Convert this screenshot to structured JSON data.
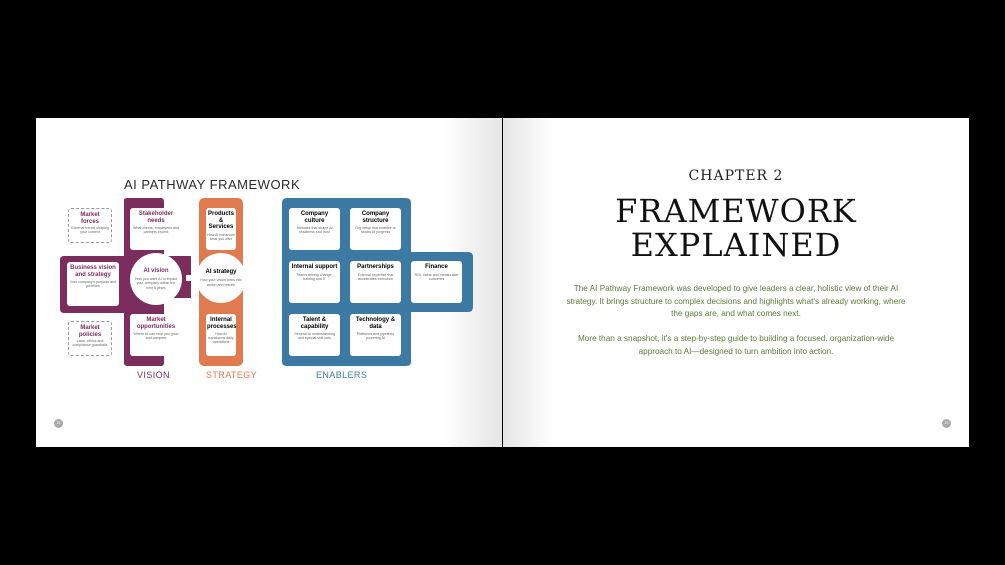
{
  "left_page": {
    "framework_title": "AI PATHWAY FRAMEWORK",
    "page_number": "22",
    "colors": {
      "vision": "#7b2d5e",
      "strategy": "#e07b4f",
      "enablers": "#3c79a3",
      "external_border": "#999999"
    },
    "external": [
      {
        "title": "Market forces",
        "subtitle": "External trends shaping your context"
      },
      {
        "title": "Market policies",
        "subtitle": "Laws, ethics and compliance guardrails"
      }
    ],
    "vision": {
      "label": "VISION",
      "stakeholder": {
        "title": "Stakeholder needs",
        "subtitle": "What clients, employees and partners expect"
      },
      "business": {
        "title": "Business vision and strategy",
        "subtitle": "Your company's purpose and priorities"
      },
      "ai_vision": {
        "title": "AI vision",
        "subtitle": "How you want AI to impact your company within the next 5 years"
      },
      "market_opps": {
        "title": "Market opportunities",
        "subtitle": "Where AI can help you grow and compete"
      }
    },
    "strategy": {
      "label": "STRATEGY",
      "products": {
        "title": "Products & Services",
        "subtitle": "How AI enhances what you offer"
      },
      "ai_strategy": {
        "title": "AI strategy",
        "subtitle": "How your vision turns into action and results"
      },
      "internal": {
        "title": "Internal processes",
        "subtitle": "How AI transforms daily operations"
      }
    },
    "enablers": {
      "label": "ENABLERS",
      "culture": {
        "title": "Company culture",
        "subtitle": "Attitudes that shape AI readiness and trust"
      },
      "structure": {
        "title": "Company structure",
        "subtitle": "Org setup that enables or blocks AI progress"
      },
      "support": {
        "title": "Internal support",
        "subtitle": "Teams driving change, training and IT"
      },
      "partnerships": {
        "title": "Partnerships",
        "subtitle": "External expertise that accelerates execution"
      },
      "finance": {
        "title": "Finance",
        "subtitle": "ROI, value and measurable outcomes"
      },
      "talent": {
        "title": "Talent & capability",
        "subtitle": "General AI understanding and special skill sets"
      },
      "tech": {
        "title": "Technology & data",
        "subtitle": "Platforms and pipelines powering AI"
      }
    }
  },
  "right_page": {
    "chapter": "CHAPTER 2",
    "title_line1": "FRAMEWORK",
    "title_line2": "EXPLAINED",
    "paragraph1": "The AI Pathway Framework was developed to give leaders a clear, holistic view of their AI strategy. It brings structure to complex decisions and highlights what's already working, where the gaps are, and what comes next.",
    "paragraph2": "More than a snapshot, it's a step-by-step guide to building a focused, organization-wide approach to AI—designed to turn ambition into action.",
    "page_number": "23",
    "text_color": "#5a7a38"
  }
}
